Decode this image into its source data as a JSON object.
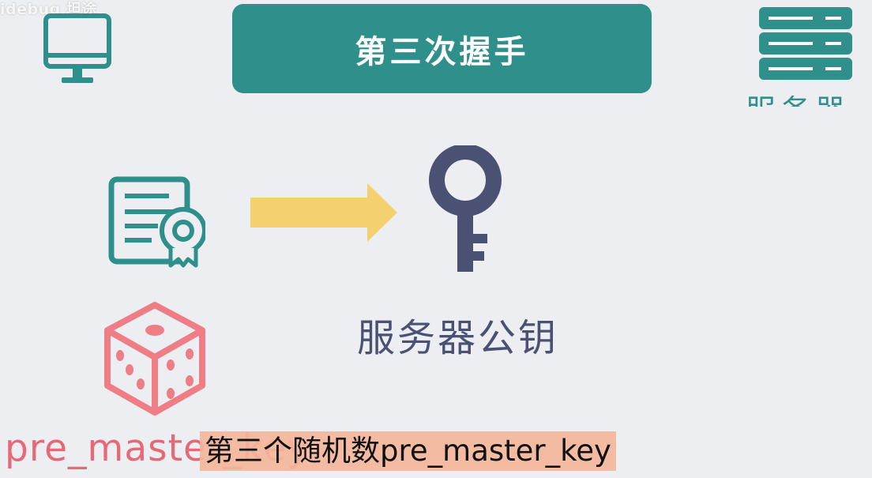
{
  "watermark": "idebug 坦途",
  "title": "第三次握手",
  "icons": {
    "client": "desktop-monitor-icon",
    "server": "server-rack-icon",
    "certificate": "certificate-icon",
    "arrow": "right-arrow-icon",
    "key": "key-icon",
    "dice": "dice-icon"
  },
  "server_label": "服务器",
  "key_label": "服务器公钥",
  "random_label": "pre_master_key",
  "subtitle": "第三个随机数pre_master_key",
  "colors": {
    "background": "#edeef2",
    "teal": "#2f8f8b",
    "arrow_yellow": "#f5d06e",
    "key_navy": "#4a5173",
    "dice_pink": "#ef7d86",
    "subtitle_bg": "#f4b69c"
  }
}
